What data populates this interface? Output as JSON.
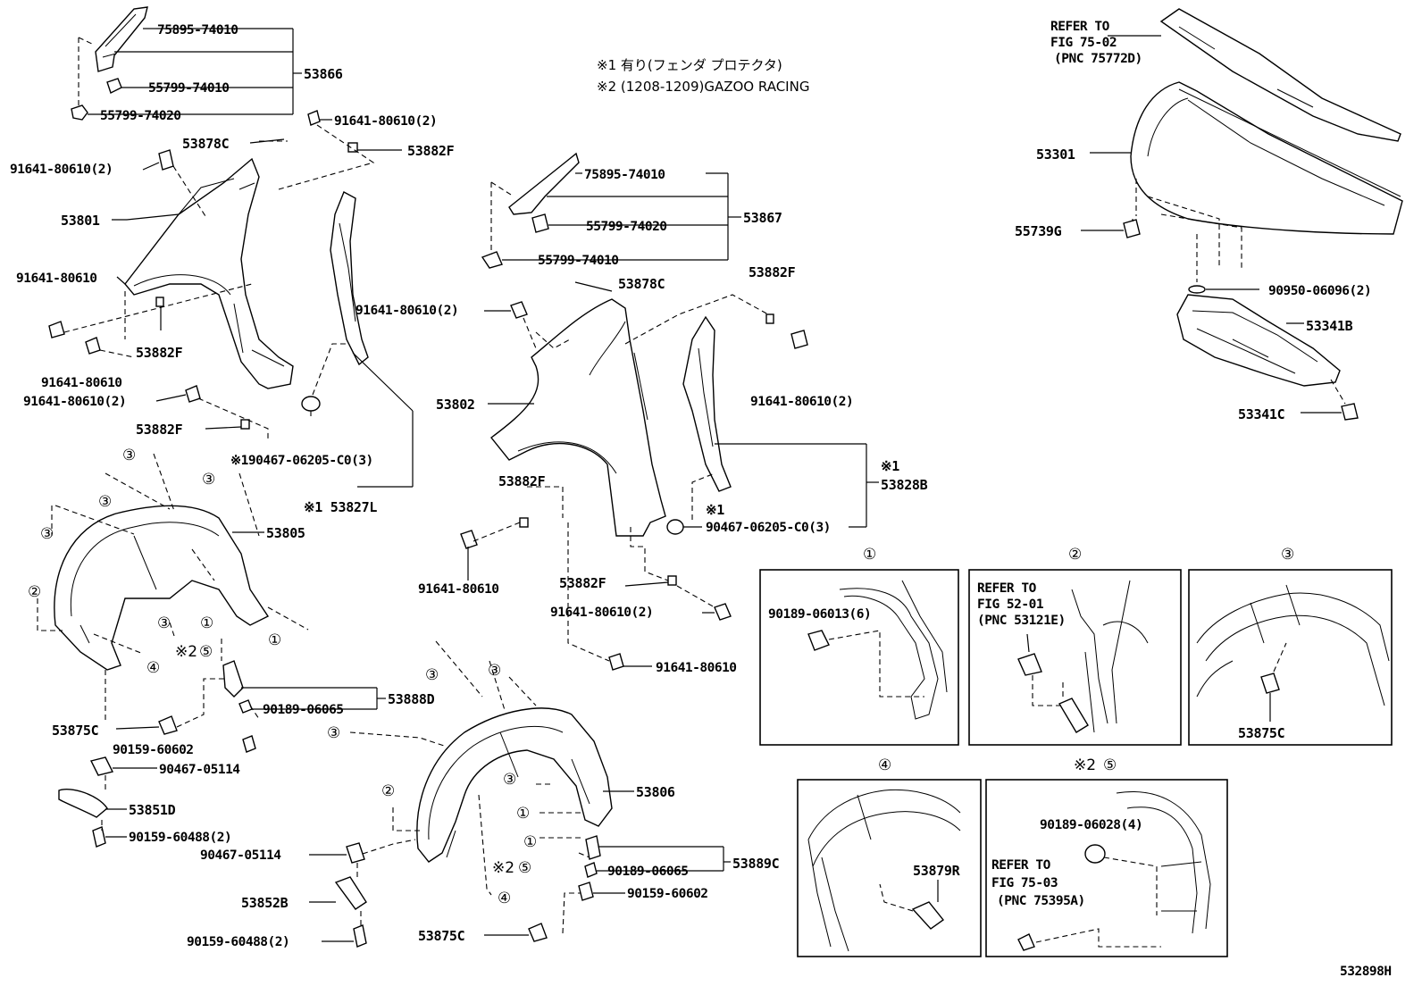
{
  "diagram": {
    "figure_code": "532898H",
    "notes": {
      "note1": "※1 有り(フェンダ プロテクタ)",
      "note2": "※2 (1208-1209)GAZOO RACING"
    },
    "refer_75_02": {
      "line1": "REFER TO",
      "line2": "FIG 75-02",
      "line3": "(PNC 75772D)"
    },
    "refer_52_01": {
      "line1": "REFER TO",
      "line2": "FIG 52-01",
      "line3": "(PNC 53121E)"
    },
    "refer_75_03": {
      "line1": "REFER TO",
      "line2": "FIG 75-03",
      "line3": "(PNC 75395A)"
    },
    "marks": {
      "m1": "※1",
      "m2": "※2"
    },
    "circled": {
      "c1": "①",
      "c2": "②",
      "c3": "③",
      "c4": "④",
      "c5": "⑤"
    },
    "labels": {
      "p_75895_74010_a": "75895-74010",
      "p_55799_74010_a": "55799-74010",
      "p_55799_74020_a": "55799-74020",
      "p_53866": "53866",
      "p_91641_80610_2_a": "91641-80610(2)",
      "p_53878c_a": "53878C",
      "p_53882f_a": "53882F",
      "p_91641_80610_2_b": "91641-80610(2)",
      "p_53801": "53801",
      "p_91641_80610_a": "91641-80610",
      "p_53882f_b": "53882F",
      "p_91641_80610_b": "91641-80610",
      "p_91641_80610_2_c": "91641-80610(2)",
      "p_53882f_c": "53882F",
      "p_90467_06205_l": "※190467-06205-C0(3)",
      "p_53827l": "※1 53827L",
      "p_53805": "53805",
      "p_75895_74010_b": "75895-74010",
      "p_55799_74020_b": "55799-74020",
      "p_55799_74010_b": "55799-74010",
      "p_53867": "53867",
      "p_53878c_b": "53878C",
      "p_53882f_d": "53882F",
      "p_91641_80610_2_d": "91641-80610(2)",
      "p_53802": "53802",
      "p_91641_80610_2_e": "91641-80610(2)",
      "p_53882f_e": "53882F",
      "p_91641_80610_c": "91641-80610",
      "p_53828b": "53828B",
      "p_90467_06205_r": "90467-06205-C0(3)",
      "p_53882f_f": "53882F",
      "p_91641_80610_2_f": "91641-80610(2)",
      "p_91641_80610_d": "91641-80610",
      "p_53301": "53301",
      "p_55739g": "55739G",
      "p_90950_06096": "90950-06096(2)",
      "p_53341b": "53341B",
      "p_53341c": "53341C",
      "p_53888d": "53888D",
      "p_90189_06065_a": "90189-06065",
      "p_53875c_a": "53875C",
      "p_90159_60602_a": "90159-60602",
      "p_90467_05114_a": "90467-05114",
      "p_53851d": "53851D",
      "p_90159_60488_a": "90159-60488(2)",
      "p_53806": "53806",
      "p_90467_05114_b": "90467-05114",
      "p_53889c": "53889C",
      "p_90189_06065_b": "90189-06065",
      "p_90159_60602_b": "90159-60602",
      "p_53852b": "53852B",
      "p_53875c_b": "53875C",
      "p_90159_60488_b": "90159-60488(2)",
      "p_90189_06013": "90189-06013(6)",
      "p_53875c_c": "53875C",
      "p_53879r": "53879R",
      "p_90189_06028": "90189-06028(4)"
    }
  }
}
